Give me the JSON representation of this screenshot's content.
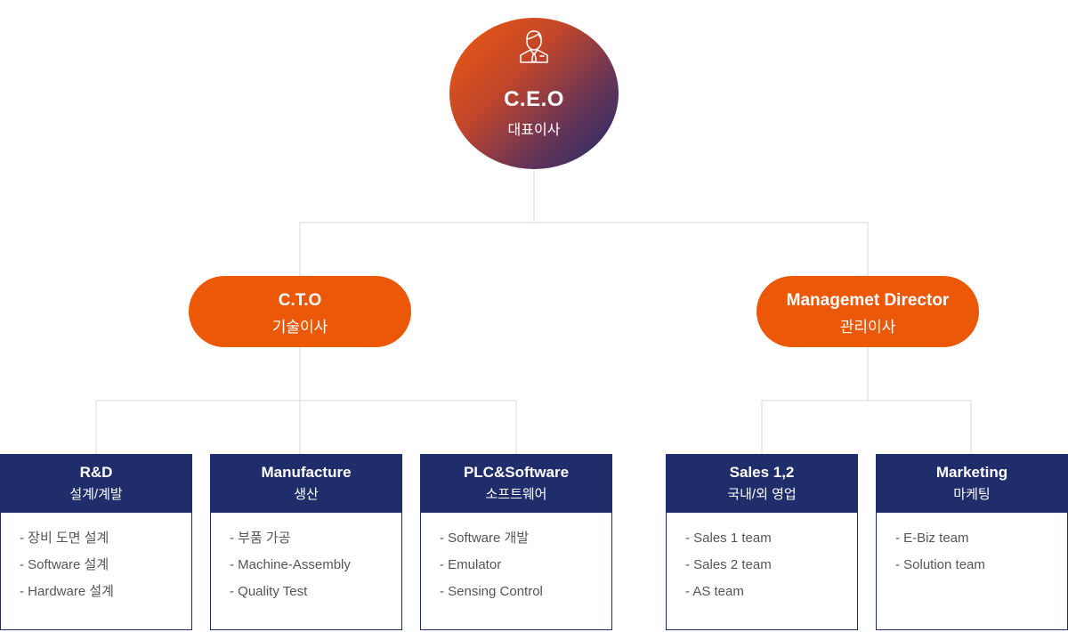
{
  "ceo": {
    "title": "C.E.O",
    "subtitle": "대표이사",
    "icon": "businessman-icon"
  },
  "directors": [
    {
      "title": "C.T.O",
      "subtitle": "기술이사"
    },
    {
      "title": "Managemet Director",
      "subtitle": "관리이사"
    }
  ],
  "departments": [
    {
      "name": "R&D",
      "korean": "설계/계발",
      "items": [
        "- 장비 도면 설계",
        "- Software 설계",
        "- Hardware 설계"
      ]
    },
    {
      "name": "Manufacture",
      "korean": "생산",
      "items": [
        "- 부품 가공",
        "- Machine-Assembly",
        "- Quality Test"
      ]
    },
    {
      "name": "PLC&Software",
      "korean": "소프트웨어",
      "items": [
        "- Software 개발",
        "- Emulator",
        "- Sensing Control"
      ]
    },
    {
      "name": "Sales 1,2",
      "korean": "국내/외 영업",
      "items": [
        "- Sales 1 team",
        "- Sales 2 team",
        "- AS team"
      ]
    },
    {
      "name": "Marketing",
      "korean": "마케팅",
      "items": [
        "- E-Biz team",
        "- Solution team"
      ]
    }
  ],
  "colors": {
    "accent_orange": "#eb5808",
    "navy": "#1f2d6b",
    "connector_gray": "#d9d9d9"
  }
}
